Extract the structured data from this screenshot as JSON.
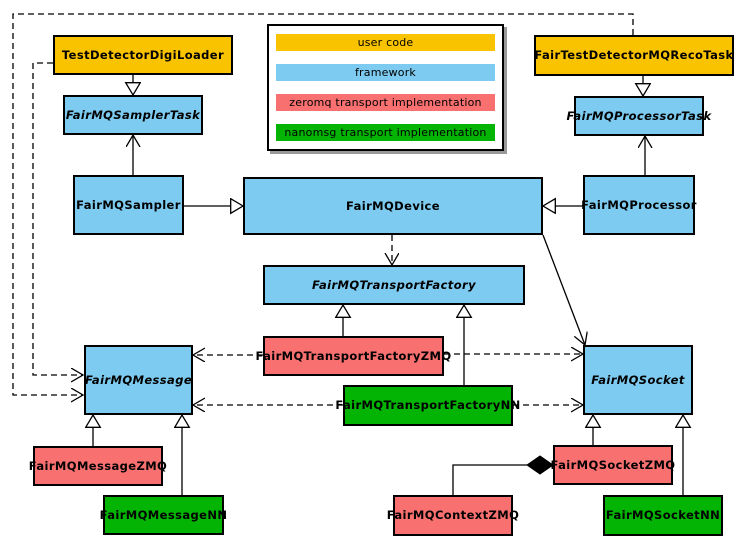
{
  "diagram": {
    "colors": {
      "user_code": "#FAC300",
      "framework": "#7DCBF0",
      "zeromq": "#F97070",
      "nanomsg": "#04B404",
      "border": "#000000",
      "background": "#FFFFFF"
    },
    "legend": {
      "items": [
        {
          "label": "user code",
          "color": "#FAC300"
        },
        {
          "label": "framework",
          "color": "#7DCBF0"
        },
        {
          "label": "zeromq transport implementation",
          "color": "#F97070"
        },
        {
          "label": "nanomsg transport implementation",
          "color": "#04B404"
        }
      ]
    },
    "nodes": [
      {
        "label": "TestDetectorDigiLoader",
        "category": "user code",
        "abstract": false
      },
      {
        "label": "FairMQSamplerTask",
        "category": "framework",
        "abstract": true
      },
      {
        "label": "FairMQSampler",
        "category": "framework",
        "abstract": false
      },
      {
        "label": "FairTestDetectorMQRecoTask",
        "category": "user code",
        "abstract": false
      },
      {
        "label": "FairMQProcessorTask",
        "category": "framework",
        "abstract": true
      },
      {
        "label": "FairMQProcessor",
        "category": "framework",
        "abstract": false
      },
      {
        "label": "FairMQDevice",
        "category": "framework",
        "abstract": false
      },
      {
        "label": "FairMQTransportFactory",
        "category": "framework",
        "abstract": true
      },
      {
        "label": "FairMQTransportFactoryZMQ",
        "category": "zeromq",
        "abstract": false
      },
      {
        "label": "FairMQTransportFactoryNN",
        "category": "nanomsg",
        "abstract": false
      },
      {
        "label": "FairMQMessage",
        "category": "framework",
        "abstract": true
      },
      {
        "label": "FairMQSocket",
        "category": "framework",
        "abstract": true
      },
      {
        "label": "FairMQMessageZMQ",
        "category": "zeromq",
        "abstract": false
      },
      {
        "label": "FairMQMessageNN",
        "category": "nanomsg",
        "abstract": false
      },
      {
        "label": "FairMQSocketZMQ",
        "category": "zeromq",
        "abstract": false
      },
      {
        "label": "FairMQContextZMQ",
        "category": "zeromq",
        "abstract": false
      },
      {
        "label": "FairMQSocketNN",
        "category": "nanomsg",
        "abstract": false
      }
    ],
    "relationships": [
      {
        "from": "TestDetectorDigiLoader",
        "to": "FairMQSamplerTask",
        "type": "inheritance"
      },
      {
        "from": "FairTestDetectorMQRecoTask",
        "to": "FairMQProcessorTask",
        "type": "inheritance"
      },
      {
        "from": "FairMQSampler",
        "to": "FairMQDevice",
        "type": "inheritance"
      },
      {
        "from": "FairMQProcessor",
        "to": "FairMQDevice",
        "type": "inheritance"
      },
      {
        "from": "FairMQSampler",
        "to": "FairMQSamplerTask",
        "type": "association"
      },
      {
        "from": "FairMQProcessor",
        "to": "FairMQProcessorTask",
        "type": "association"
      },
      {
        "from": "FairMQDevice",
        "to": "FairMQTransportFactory",
        "type": "dependency"
      },
      {
        "from": "FairMQDevice",
        "to": "FairMQSocket",
        "type": "association"
      },
      {
        "from": "FairMQTransportFactoryZMQ",
        "to": "FairMQTransportFactory",
        "type": "inheritance"
      },
      {
        "from": "FairMQTransportFactoryNN",
        "to": "FairMQTransportFactory",
        "type": "inheritance"
      },
      {
        "from": "FairMQTransportFactoryZMQ",
        "to": "FairMQMessage",
        "type": "dependency"
      },
      {
        "from": "FairMQTransportFactoryZMQ",
        "to": "FairMQSocket",
        "type": "dependency"
      },
      {
        "from": "FairMQTransportFactoryNN",
        "to": "FairMQMessage",
        "type": "dependency"
      },
      {
        "from": "FairMQTransportFactoryNN",
        "to": "FairMQSocket",
        "type": "dependency"
      },
      {
        "from": "TestDetectorDigiLoader",
        "to": "FairMQMessage",
        "type": "dependency"
      },
      {
        "from": "FairTestDetectorMQRecoTask",
        "to": "FairMQMessage",
        "type": "dependency"
      },
      {
        "from": "FairMQMessageZMQ",
        "to": "FairMQMessage",
        "type": "inheritance"
      },
      {
        "from": "FairMQMessageNN",
        "to": "FairMQMessage",
        "type": "inheritance"
      },
      {
        "from": "FairMQSocketZMQ",
        "to": "FairMQSocket",
        "type": "inheritance"
      },
      {
        "from": "FairMQSocketNN",
        "to": "FairMQSocket",
        "type": "inheritance"
      },
      {
        "from": "FairMQSocketZMQ",
        "to": "FairMQContextZMQ",
        "type": "composition"
      }
    ]
  }
}
